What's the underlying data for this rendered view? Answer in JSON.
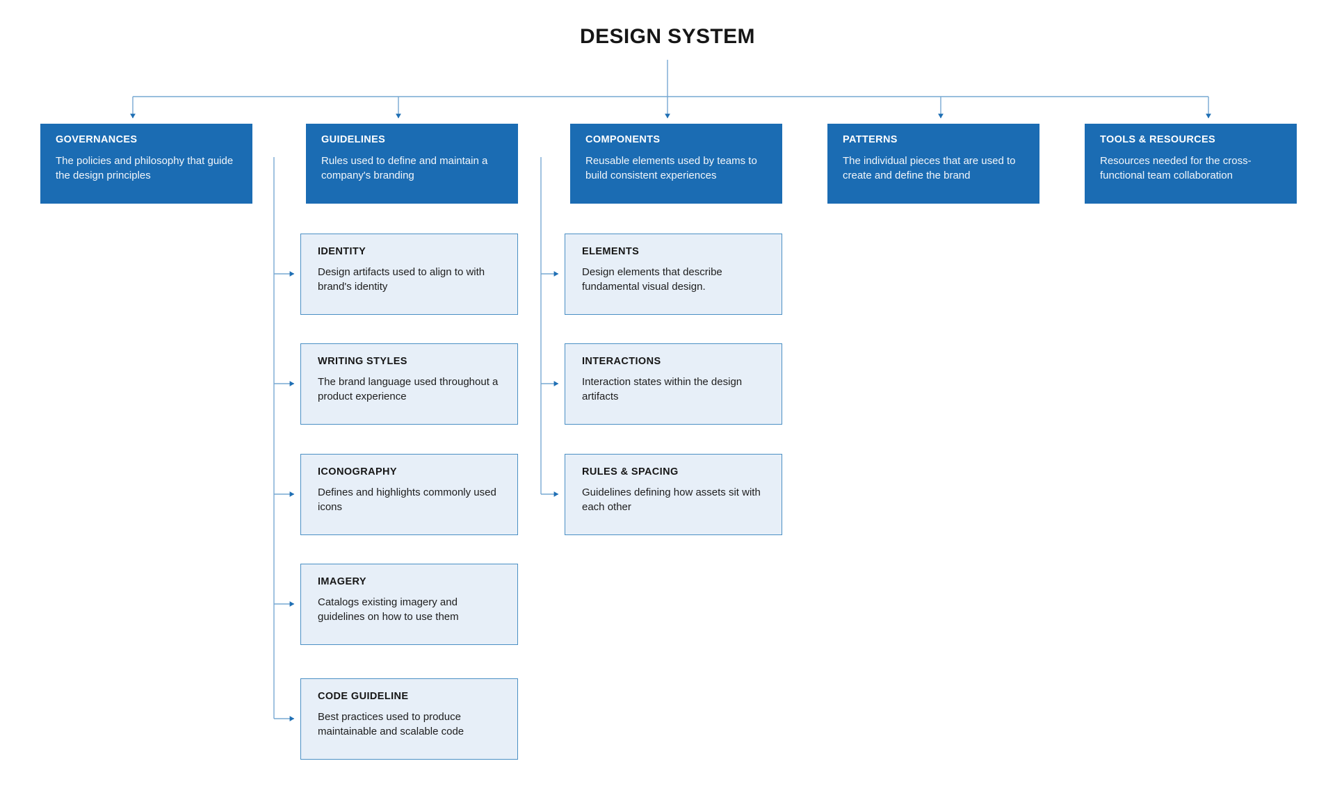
{
  "diagram": {
    "title": "DESIGN SYSTEM",
    "colors": {
      "primary_fill": "#1b6cb3",
      "primary_text": "#ffffff",
      "secondary_fill": "#e7eff8",
      "secondary_border": "#4a8fc4",
      "secondary_text": "#161616",
      "connector": "#5a95c6",
      "background": "#ffffff"
    },
    "root": {
      "label": "DESIGN SYSTEM"
    },
    "columns": [
      {
        "id": "governances",
        "title": "GOVERNANCES",
        "description": "The policies and philosophy that guide the design principles",
        "children": []
      },
      {
        "id": "guidelines",
        "title": "GUIDELINES",
        "description": "Rules used to define and maintain a company's branding",
        "children": [
          {
            "title": "IDENTITY",
            "description": "Design artifacts used to align to with brand's identity"
          },
          {
            "title": "WRITING STYLES",
            "description": "The brand language used throughout a product experience"
          },
          {
            "title": "ICONOGRAPHY",
            "description": "Defines and highlights commonly used icons"
          },
          {
            "title": "IMAGERY",
            "description": "Catalogs existing imagery and guidelines on how to use them"
          },
          {
            "title": "CODE GUIDELINE",
            "description": "Best practices used to produce maintainable and scalable code"
          }
        ]
      },
      {
        "id": "components",
        "title": "COMPONENTS",
        "description": "Reusable elements used by teams to build consistent experiences",
        "children": [
          {
            "title": "ELEMENTS",
            "description": "Design elements that describe fundamental visual design."
          },
          {
            "title": "INTERACTIONS",
            "description": "Interaction states within the design artifacts"
          },
          {
            "title": "RULES & SPACING",
            "description": "Guidelines defining how assets sit with each other"
          }
        ]
      },
      {
        "id": "patterns",
        "title": "PATTERNS",
        "description": "The individual pieces that are used to create and define the brand",
        "children": []
      },
      {
        "id": "tools",
        "title": "TOOLS & RESOURCES",
        "description": "Resources needed for the cross-functional team collaboration",
        "children": []
      }
    ]
  }
}
